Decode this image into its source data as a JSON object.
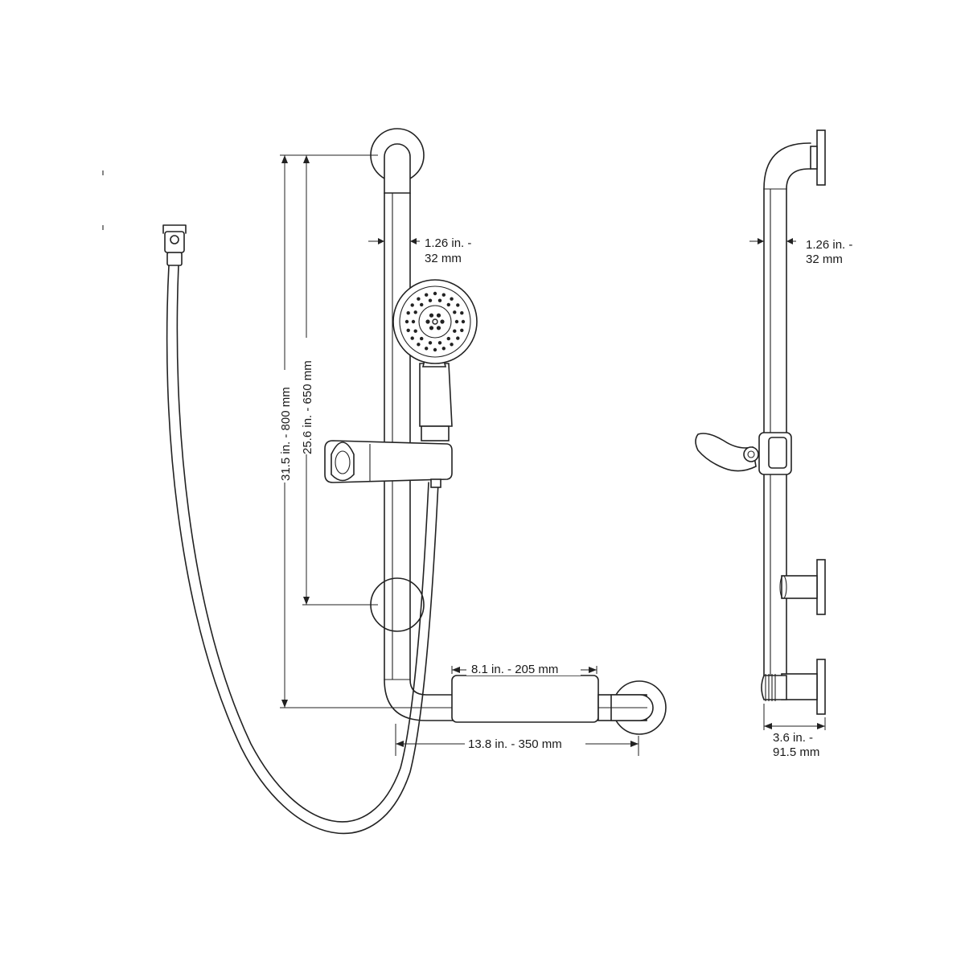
{
  "front_view": {
    "pipe_diameter": {
      "line1": "1.26 in. -",
      "line2": "32 mm"
    },
    "overall_height": "31.5 in. - 800 mm",
    "mount_spacing": "25.6 in. - 650 mm",
    "grip_length": "8.1 in. - 205 mm",
    "horizontal_length": "13.8 in. - 350 mm"
  },
  "side_view": {
    "pipe_diameter": {
      "line1": "1.26 in. -",
      "line2": "32 mm"
    },
    "projection": {
      "line1": "3.6 in. -",
      "line2": "91.5 mm"
    }
  },
  "colors": {
    "line": "#222222",
    "background": "#ffffff"
  }
}
